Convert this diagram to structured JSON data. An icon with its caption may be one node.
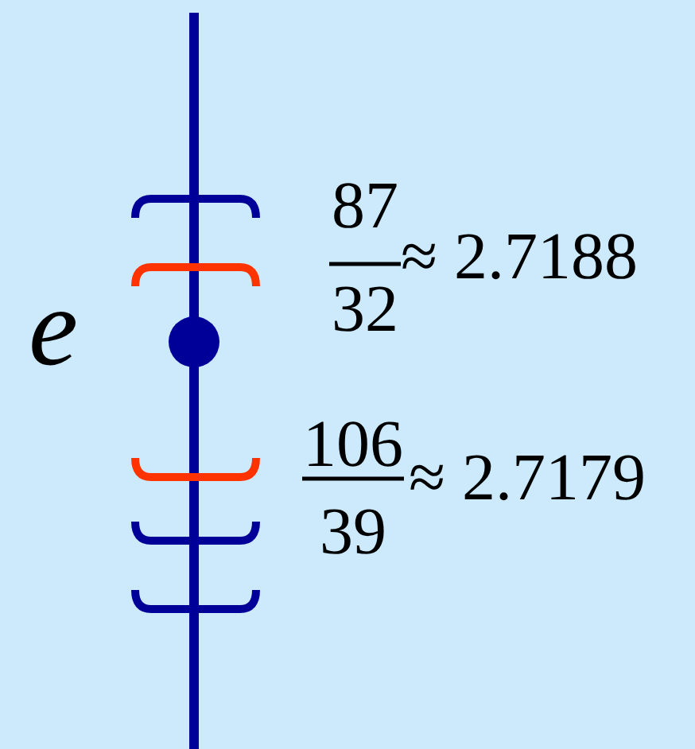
{
  "diagram": {
    "labels": [
      "e",
      "87",
      "32",
      "≈ 2.7188",
      "106",
      "39",
      "≈ 2.7179"
    ]
  }
}
